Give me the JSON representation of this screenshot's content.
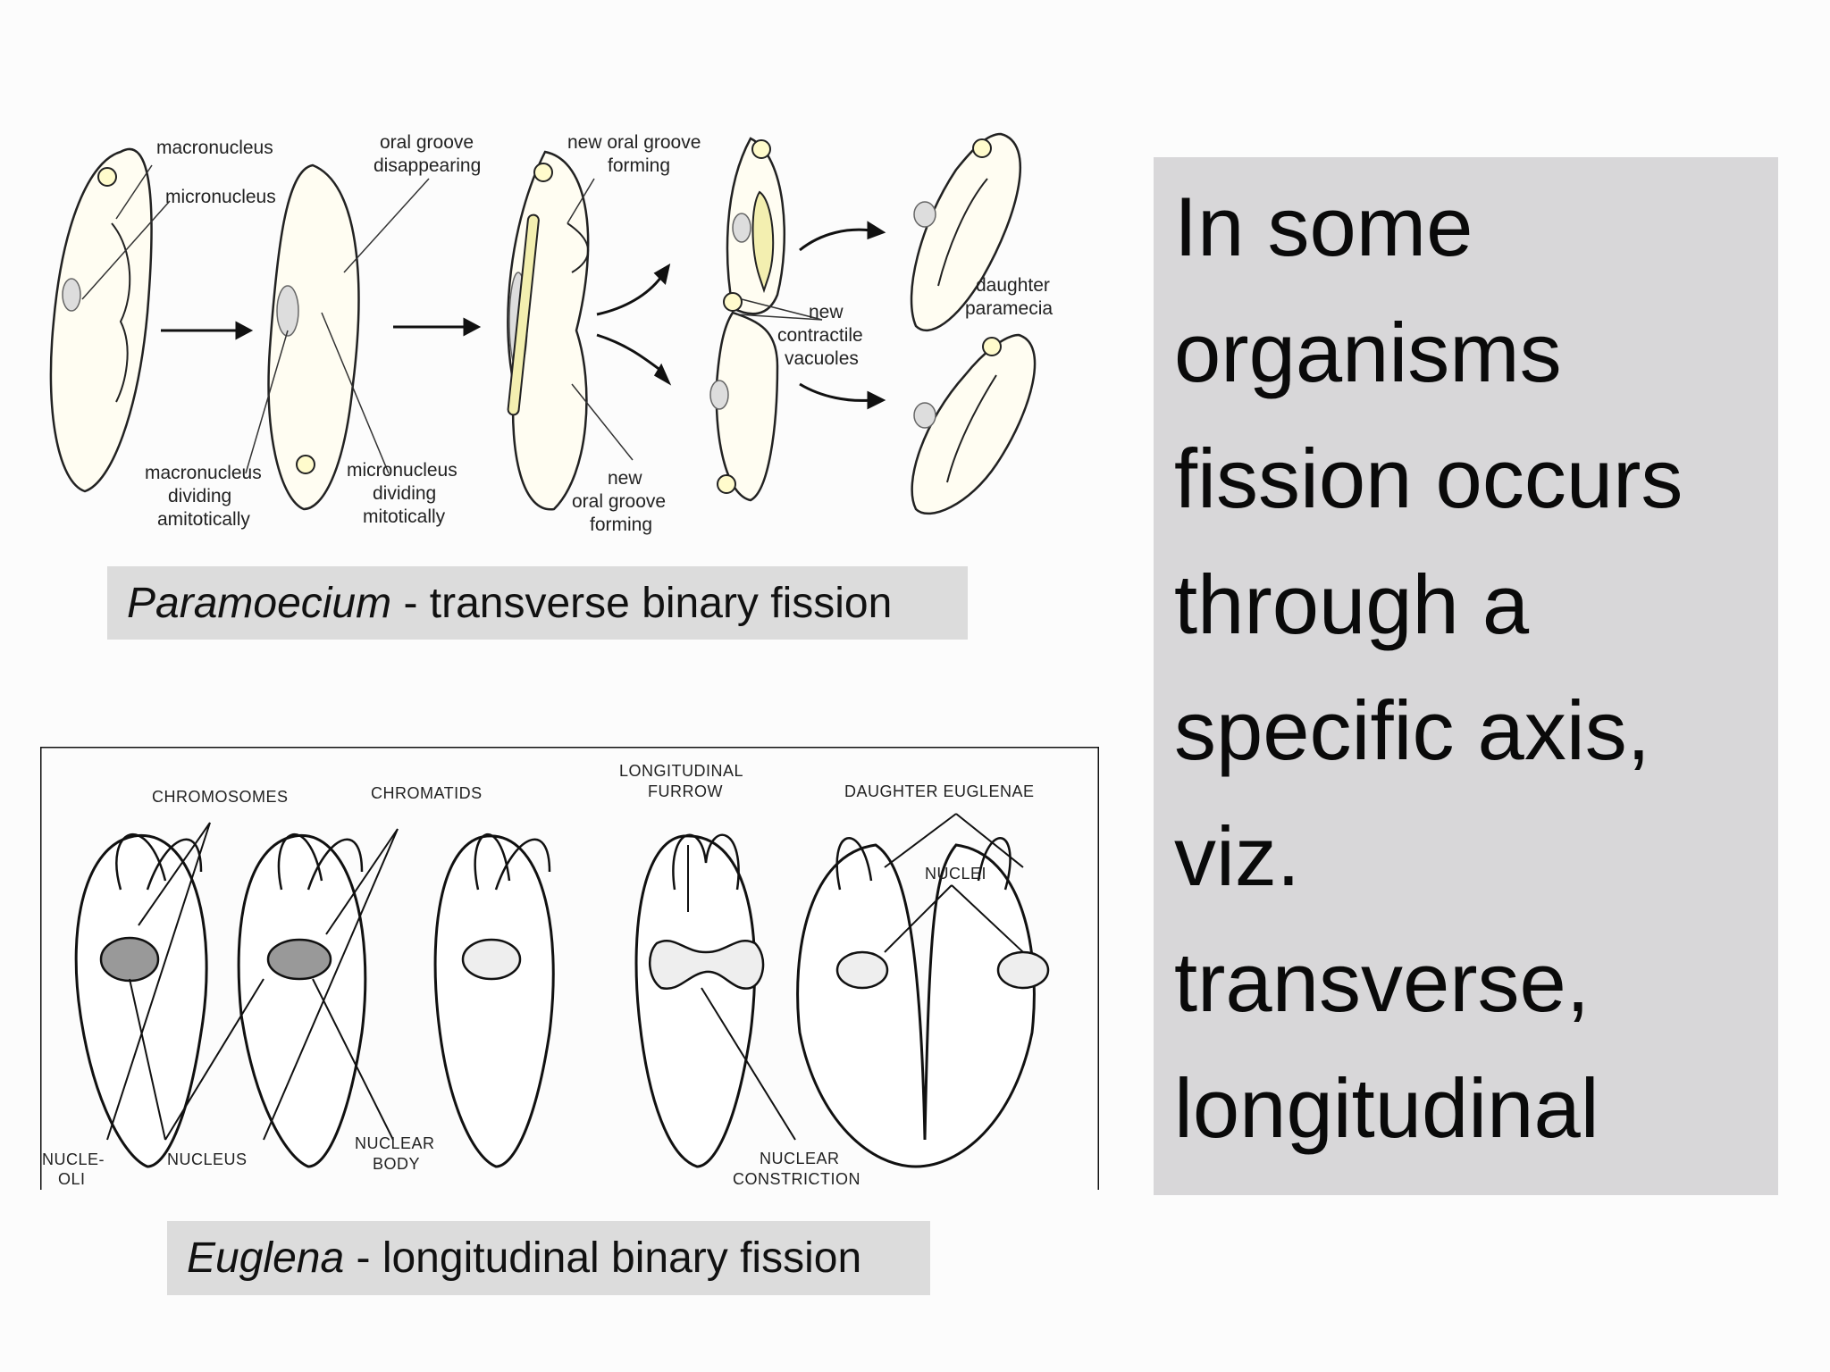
{
  "paramecium": {
    "labels": {
      "macronucleus": "macronucleus",
      "micronucleus": "micronucleus",
      "oral_groove_1": "oral groove",
      "oral_groove_2": "disappearing",
      "new_oral_1": "new oral groove",
      "new_oral_2": "forming",
      "new_cv_1": "new",
      "new_cv_2": "contractile",
      "new_cv_3": "vacuoles",
      "daughter_1": "daughter",
      "daughter_2": "paramecia",
      "macro_div_1": "macronucleus",
      "macro_div_2": "dividing",
      "macro_div_3": "amitotically",
      "micro_div_1": "micronucleus",
      "micro_div_2": "dividing",
      "micro_div_3": "mitotically",
      "new_og_1": "new",
      "new_og_2": "oral groove",
      "new_og_3": "forming"
    },
    "caption_italic": "Paramoecium",
    "caption_rest": " - transverse binary fission"
  },
  "euglena": {
    "labels": {
      "chromosomes": "CHROMOSOMES",
      "chromatids": "CHROMATIDS",
      "furrow_1": "LONGITUDINAL",
      "furrow_2": "FURROW",
      "daughter": "DAUGHTER EUGLENAE",
      "nuclei": "NUCLEI",
      "nucleoli_1": "NUCLE-",
      "nucleoli_2": "OLI",
      "nucleus": "NUCLEUS",
      "nb_1": "NUCLEAR",
      "nb_2": "BODY",
      "nc_1": "NUCLEAR",
      "nc_2": "CONSTRICTION"
    },
    "caption_italic": "Euglena",
    "caption_rest": " - longitudinal binary fission"
  },
  "side_text": {
    "lines": [
      "In some",
      "organisms",
      "fission occurs",
      "through a",
      "specific axis,",
      "viz.",
      "transverse,",
      "longitudinal"
    ]
  }
}
